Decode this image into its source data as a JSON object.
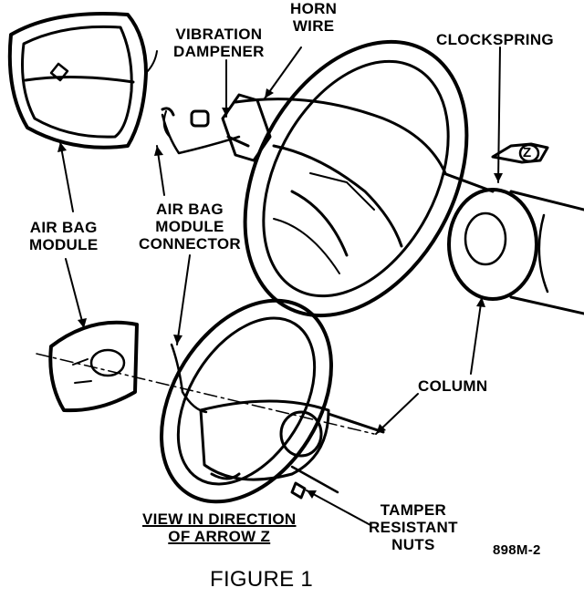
{
  "labels": {
    "horn_wire": [
      "HORN",
      "WIRE"
    ],
    "vibration_dampener": [
      "VIBRATION",
      "DAMPENER"
    ],
    "clockspring": "CLOCKSPRING",
    "z_marker": "Z",
    "air_bag_module": [
      "AIR BAG",
      "MODULE"
    ],
    "air_bag_module_connector": [
      "AIR BAG",
      "MODULE",
      "CONNECTOR"
    ],
    "column": "COLUMN",
    "view_direction": [
      "VIEW IN DIRECTION",
      "OF ARROW Z"
    ],
    "tamper_nuts": [
      "TAMPER",
      "RESISTANT",
      "NUTS"
    ],
    "part_code": "898M-2",
    "figure_caption": "FIGURE 1"
  }
}
